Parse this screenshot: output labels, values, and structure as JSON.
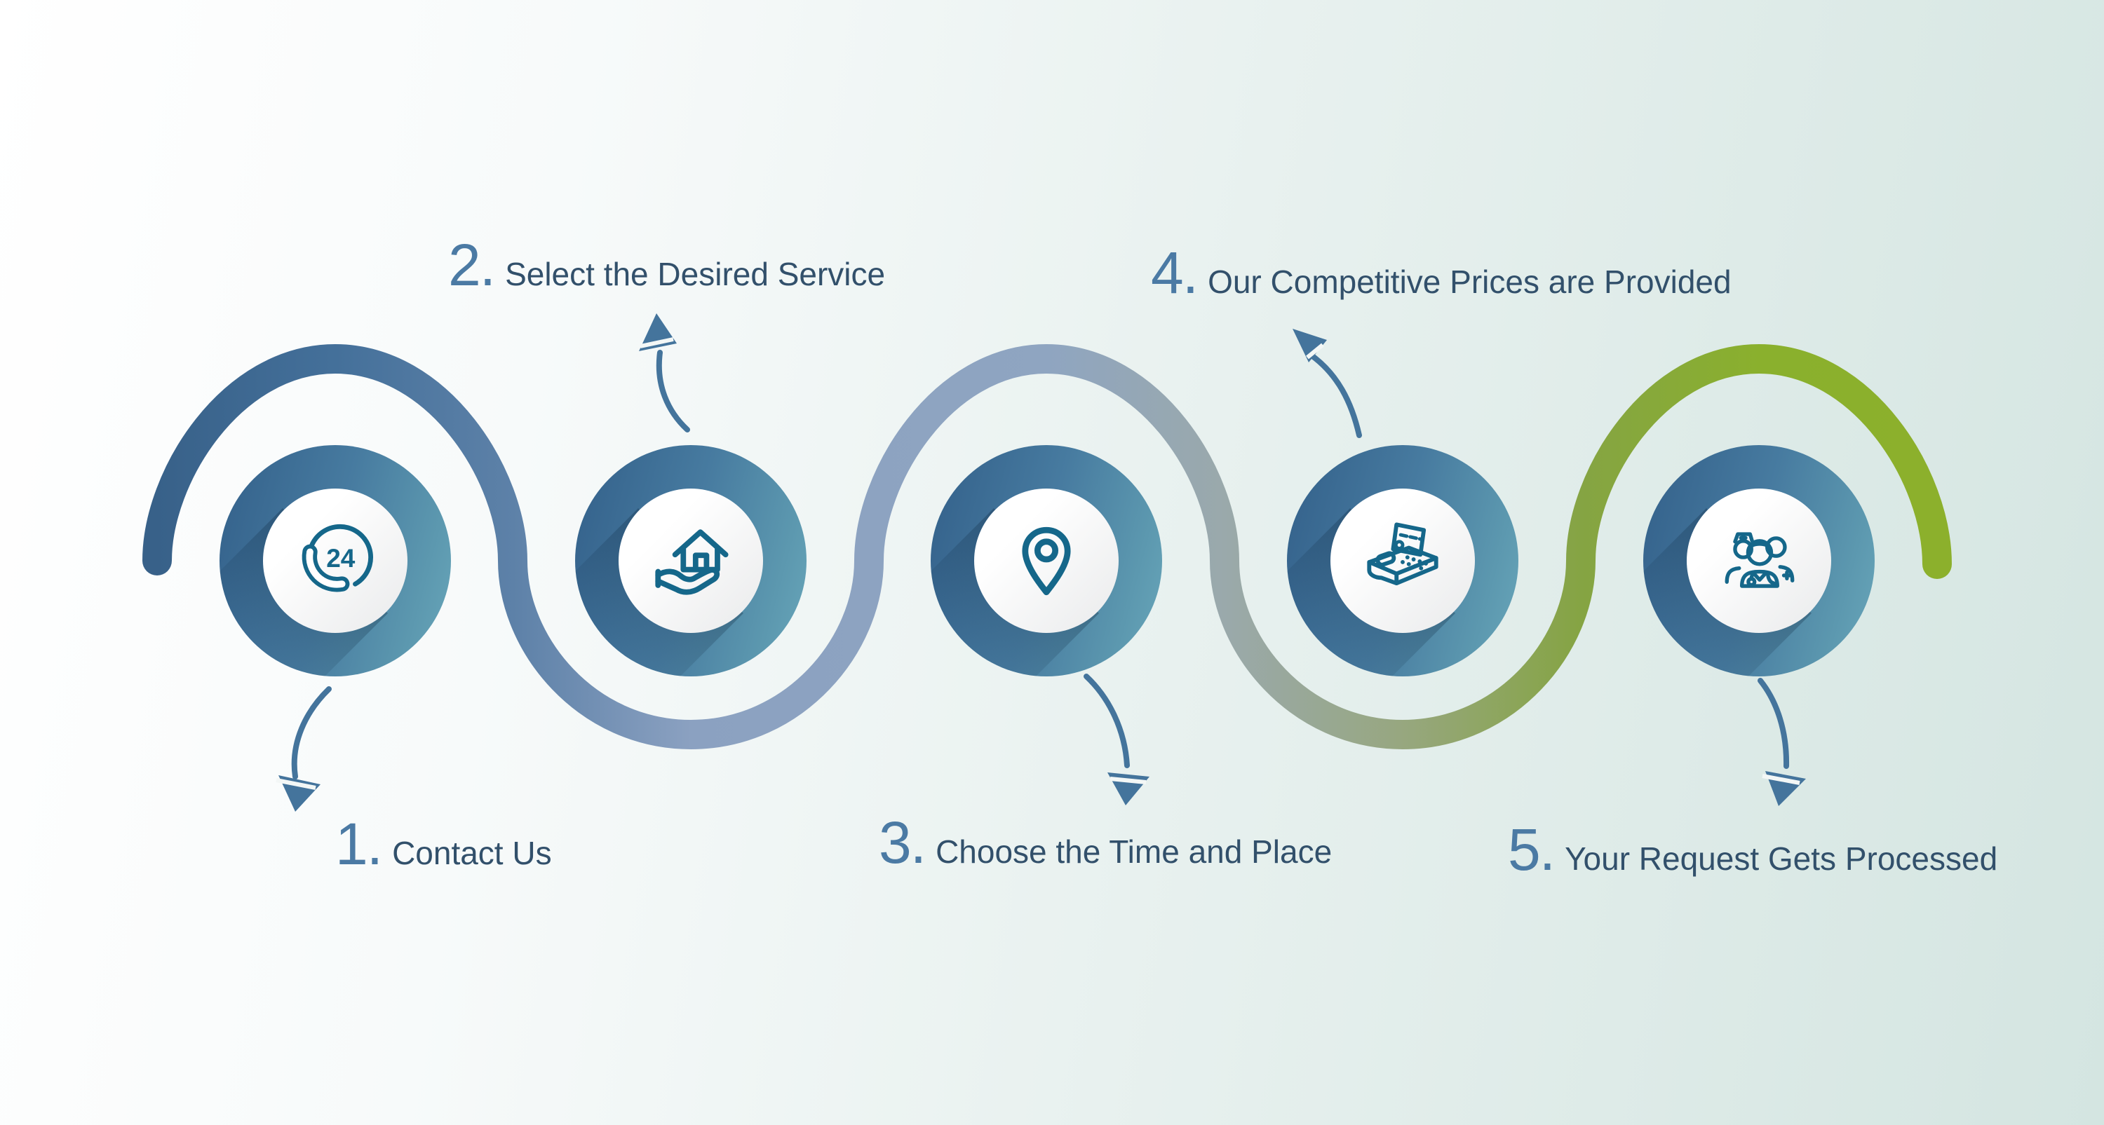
{
  "title": "Five-step service process infographic",
  "colors": {
    "wave_blue_start": "#386189",
    "wave_blue_light": "#8ba1c1",
    "wave_gray": "#9aa9ab",
    "wave_olive": "#85a443",
    "wave_green": "#8cb02c",
    "number_color": "#4b7aa4",
    "label_color": "#32506b",
    "arrow_color": "#44749c",
    "icon_stroke": "#15678a",
    "disc_dark": "#33608a",
    "disc_light": "#69a7ba"
  },
  "steps": [
    {
      "number": "1.",
      "label": "Contact Us",
      "icon": "phone-24-icon",
      "icon_text": "24",
      "label_position": "bottom"
    },
    {
      "number": "2.",
      "label": "Select the Desired Service",
      "icon": "house-in-hand-icon",
      "label_position": "top"
    },
    {
      "number": "3.",
      "label": "Choose the Time and Place",
      "icon": "location-pin-icon",
      "label_position": "bottom"
    },
    {
      "number": "4.",
      "label": "Our Competitive Prices are Provided",
      "icon": "payment-terminal-icon",
      "label_position": "top"
    },
    {
      "number": "5.",
      "label": "Your Request Gets Processed",
      "icon": "medical-team-icon",
      "label_position": "bottom"
    }
  ]
}
